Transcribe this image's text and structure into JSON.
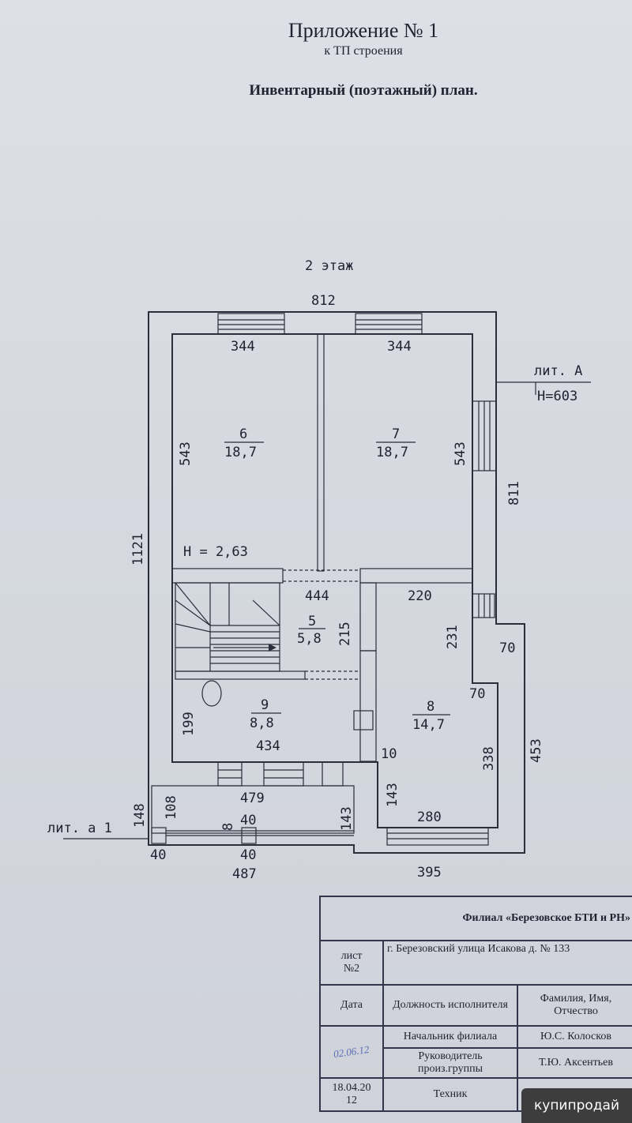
{
  "header": {
    "title": "Приложение № 1",
    "subtitle": "к ТП строения",
    "doc_title": "Инвентарный (поэтажный) план."
  },
  "plan": {
    "floor_label": "2 этаж",
    "building_label": "лит. А",
    "building_height": "Н=603",
    "annex_label": "лит. а 1",
    "ceiling_height": "Н = 2,63",
    "dimensions": {
      "top_total": "812",
      "left_total": "1121",
      "right_total": "811",
      "room6_width": "344",
      "room7_width": "344",
      "room6_depth": "543",
      "room7_depth": "543",
      "corridor_width": "444",
      "room8_width_top": "220",
      "room5_depth": "215",
      "room8_upper_depth": "231",
      "step_70_a": "70",
      "step_70_b": "70",
      "room9_depth": "199",
      "room9_width": "434",
      "wall_10": "10",
      "room8_depth": "338",
      "right_lower": "453",
      "annex_width": "479",
      "annex_depth_108": "108",
      "annex_148": "148",
      "annex_143_a": "143",
      "annex_143_b": "143",
      "room8_bottom": "280",
      "annex_40_top": "40",
      "annex_8": "8",
      "annex_40_left": "40",
      "annex_40_mid": "40",
      "bottom_left": "487",
      "bottom_right": "395"
    },
    "rooms": [
      {
        "number": "6",
        "area": "18,7"
      },
      {
        "number": "7",
        "area": "18,7"
      },
      {
        "number": "5",
        "area": "5,8"
      },
      {
        "number": "9",
        "area": "8,8"
      },
      {
        "number": "8",
        "area": "14,7"
      }
    ]
  },
  "stamp": {
    "org": "Филиал «Березовское БТИ и РН»",
    "sheet_label": "лист\n№2",
    "address": "г. Березовский улица Исакова д. № 133",
    "col_date": "Дата",
    "col_position": "Должность исполнителя",
    "col_name": "Фамилия, Имя, Отчество",
    "rows": [
      {
        "position": "Начальник филиала",
        "name": "Ю.С. Колосков"
      },
      {
        "position": "Руководитель произ.группы",
        "name": "Т.Ю. Аксентьев"
      },
      {
        "position": "Техник",
        "name": ""
      }
    ],
    "handwritten_date": "02.06.12",
    "date": "18.04.20\n12"
  },
  "watermark": "купипродай"
}
